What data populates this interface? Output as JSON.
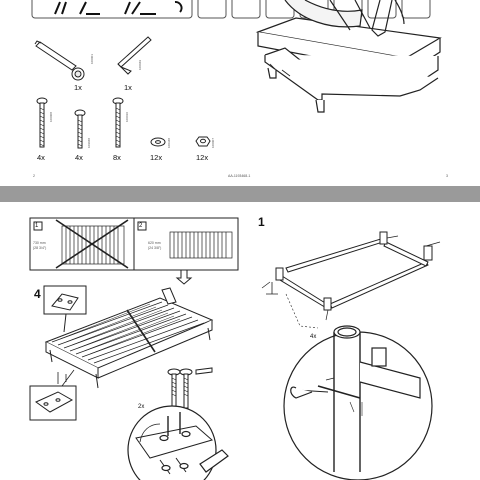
{
  "top_page": {
    "parts": {
      "wrench_large_qty": "1x",
      "allen_key_qty": "1x",
      "bolt_short_qty": "4x",
      "bolt_medium_qty": "4x",
      "bolt_long_qty": "8x",
      "washer_qty": "12x",
      "nut_qty": "12x"
    },
    "footer": {
      "left_page_number": "2",
      "center_text": "AA-1193468-1",
      "right_page_number": "3"
    }
  },
  "bottom_page": {
    "step_1_number": "1",
    "step_4_number": "4",
    "option_1": {
      "number": "1",
      "dimension_mm": "730 mm",
      "dimension_in": "(28 3/4\")"
    },
    "option_2": {
      "number": "2",
      "dimension_mm": "620 mm",
      "dimension_in": "(24 3/8\")"
    },
    "multiplier_4x": "4x",
    "multiplier_2x": "2x"
  }
}
